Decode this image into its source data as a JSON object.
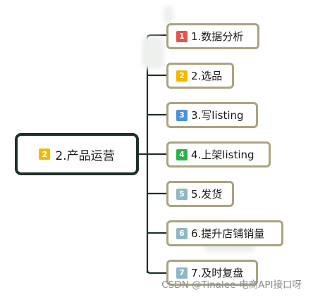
{
  "root": {
    "badge": "2",
    "label": "2.产品运营",
    "badge_color": "#f5b800"
  },
  "children": [
    {
      "badge": "1",
      "label": "1.数据分析",
      "badge_color": "#e5534b"
    },
    {
      "badge": "2",
      "label": "2.选品",
      "badge_color": "#f5b800"
    },
    {
      "badge": "3",
      "label": "3.写listing",
      "badge_color": "#4a90e2"
    },
    {
      "badge": "4",
      "label": "4.上架listing",
      "badge_color": "#2bb24c"
    },
    {
      "badge": "5",
      "label": "5.发货",
      "badge_color": "#8fb8c2"
    },
    {
      "badge": "6",
      "label": "6.提升店铺销量",
      "badge_color": "#8fb8c2"
    },
    {
      "badge": "7",
      "label": "7.及时复盘",
      "badge_color": "#8fb8c2"
    }
  ],
  "watermark": "CSDN @Tinalee-电商API接口呀",
  "colors": {
    "root_border": "#1f2f2c",
    "child_border": "#a9a47e",
    "connector": "#1f2f2c"
  }
}
